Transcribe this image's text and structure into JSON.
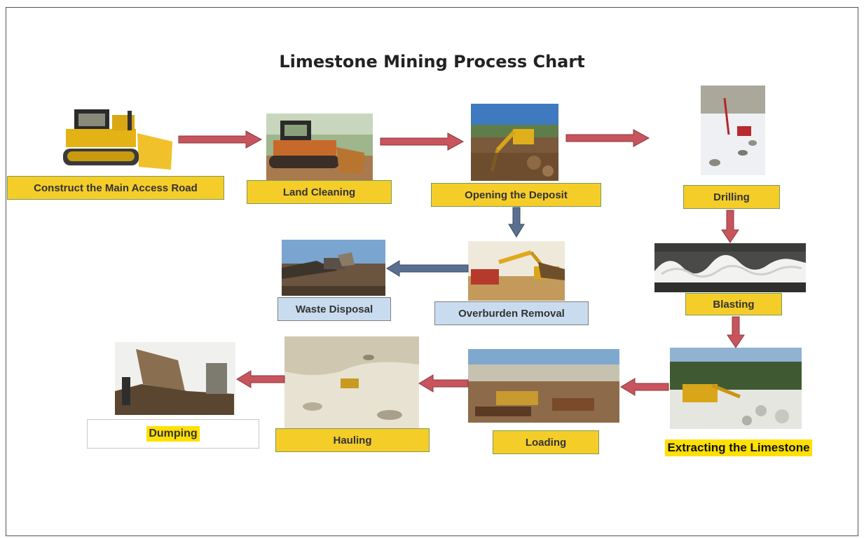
{
  "title": "Limestone Mining Process Chart",
  "steps": {
    "s1": "Construct the Main Access Road",
    "s2": "Land Cleaning",
    "s3": "Opening the Deposit",
    "s4": "Drilling",
    "s5": "Blasting",
    "s6": "Extracting the Limestone",
    "s7": "Loading",
    "s8": "Hauling",
    "s9": "Dumping",
    "s10": "Overburden Removal",
    "s11": "Waste Disposal"
  },
  "colors": {
    "label_yellow": "#f5cd29",
    "label_blue": "#c9dcef",
    "arrow_red": "#c8545e",
    "arrow_blue": "#5b7090"
  },
  "icons": {
    "bulldozer": "bulldozer-photo",
    "dozer_clearing": "land-cleaning-photo",
    "excavator": "opening-deposit-photo",
    "drill": "drilling-photo",
    "blast": "blasting-photo",
    "extract": "extracting-photo",
    "loading": "loading-photo",
    "hauling": "hauling-photo",
    "dumping": "dumping-photo",
    "overburden": "overburden-photo",
    "waste": "waste-disposal-photo"
  }
}
